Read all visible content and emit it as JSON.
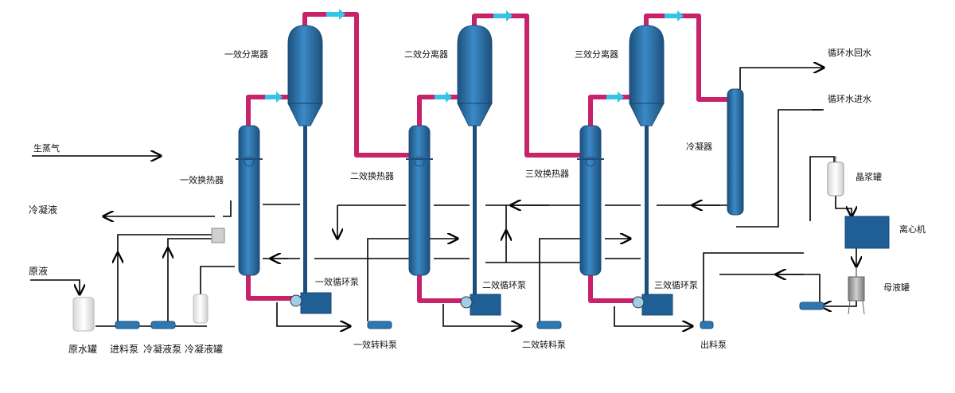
{
  "labels": {
    "sep1": "一效分离器",
    "sep2": "二效分离器",
    "sep3": "三效分离器",
    "hx1": "一效换热器",
    "hx2": "二效换热器",
    "hx3": "三效换热器",
    "condenser": "冷凝器",
    "steam": "生蒸气",
    "condensate": "冷凝液",
    "raw_liquid": "原液",
    "cw_return": "循环水回水",
    "cw_inlet": "循环水进水",
    "crystal_tank": "晶浆罐",
    "centrifuge": "离心机",
    "mother_tank": "母液罐",
    "circ_pump1": "一效循环泵",
    "circ_pump2": "二效循环泵",
    "circ_pump3": "三效循环泵",
    "transfer_pump1": "一效转料泵",
    "transfer_pump2": "二效转料泵",
    "discharge_pump": "出料泵",
    "raw_tank": "原水罐",
    "feed_pump": "进料泵",
    "cond_pump": "冷凝液泵",
    "cond_tank": "冷凝液罐"
  },
  "colors": {
    "vessel": "#2f77b0",
    "vessel_dark": "#1d4f7c",
    "pipe_hot": "#c8226a",
    "arrow_vapor": "#35c4e8",
    "line": "#000000"
  }
}
